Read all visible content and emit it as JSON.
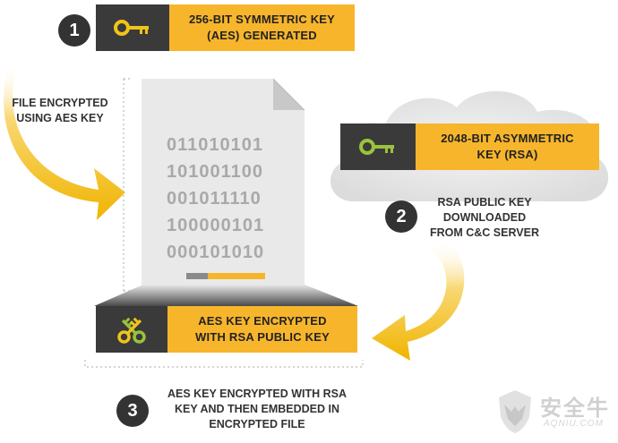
{
  "steps": [
    {
      "number": "1",
      "box_label": "256-BIT SYMMETRIC KEY\n(AES) GENERATED",
      "icon": "key-icon"
    },
    {
      "number": "2",
      "box_label": "2048-BIT ASYMMETRIC\nKEY (RSA)",
      "caption": "RSA PUBLIC KEY\nDOWNLOADED\nFROM C&C SERVER",
      "icon": "key-icon"
    },
    {
      "number": "3",
      "box_label": "AES KEY ENCRYPTED\nWITH RSA PUBLIC KEY",
      "caption": "AES KEY ENCRYPTED WITH RSA\nKEY AND THEN EMBEDDED IN\nENCRYPTED FILE",
      "icon": "crossed-keys-icon"
    }
  ],
  "arrow_caption": "FILE ENCRYPTED\nUSING AES KEY",
  "document": {
    "binary_lines": [
      "011010101",
      "101001100",
      "001011110",
      "100000101",
      "000101010"
    ]
  },
  "watermark": {
    "text": "安全牛",
    "subtext": "AQNIU.COM"
  },
  "colors": {
    "accent": "#f7b52c",
    "dark": "#3a3a3a",
    "key_yellow": "#f0c419",
    "key_green": "#9bc23c",
    "badge": "#333333"
  }
}
